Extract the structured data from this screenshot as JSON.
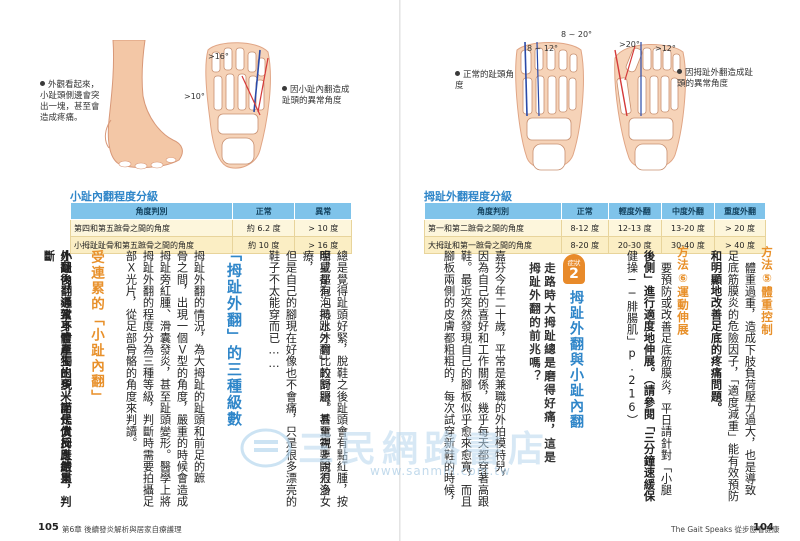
{
  "left_page": {
    "note_outer": "外觀看起來，小趾頭側邊會突出一塊，甚至會造成疼痛。",
    "note_angle": "因小趾內翻造成趾頭的異常角度",
    "angle_labels": [
      ">16°",
      ">10°"
    ],
    "table": {
      "title": "小趾內翻程度分級",
      "headers": [
        "角度判別",
        "正常",
        "異常"
      ],
      "rows": [
        [
          "第四和第五蹠骨之間的角度",
          "約 6.2 度",
          "> 10 度"
        ],
        [
          "小拇趾趾骨和第五蹠骨之間的角度",
          "約 10 度",
          "> 16 度"
        ]
      ]
    },
    "heading_orange": "受連累的「小趾內翻」",
    "heading_blue": "「拇趾外翻」的三種級數",
    "columns": [
      "總是覺得趾頭好緊，脫鞋之後趾頭會有點紅腫，按",
      "摩或是泡泡熱水才會比較舒服。看電視上說很多女",
      "明星都有「拇趾外翻」的問題，甚至需要開刀治療，",
      "但是自己的腳現在好像也不會痛，只是很多漂亮的",
      "鞋子不太能穿而已……",
      "拇趾外翻的情況，為大拇趾的趾頭和前足的蹠",
      "骨之間，出現一個Ｖ型的角度，嚴重的時候會造成",
      "拇趾旁紅腫、滑囊發炎，甚至趾頭變形。醫學上將",
      "拇趾外翻的程度分為三種等級，判斷時需要拍攝足",
      "部Ｘ光片，從足部骨骼的角度來判讀。",
      "小趾內翻通常不會單獨出現，而是大拇趾嚴重",
      "外翻後，導致身體產生的多米諾代償反應結果，判斷"
    ],
    "page_number": "105",
    "footer": "第6章 後續發炎解析與居家自療護理"
  },
  "right_page": {
    "note_normal": "正常的趾頭角度",
    "note_abnormal": "因拇趾外翻造成趾頭的異常角度",
    "angle_labels": [
      "8 ~ 20°",
      "8 ~ 12°",
      ">20°",
      ">12°"
    ],
    "table": {
      "title": "拇趾外翻程度分級",
      "headers": [
        "角度判別",
        "正常",
        "輕度外翻",
        "中度外翻",
        "重度外翻"
      ],
      "rows": [
        [
          "第一和第二蹠骨之間的角度",
          "8-12 度",
          "12-13 度",
          "13-20 度",
          "> 20 度"
        ],
        [
          "大拇趾和第一蹠骨之間的角度",
          "8-20 度",
          "20-30 度",
          "30-40 度",
          "> 40 度"
        ]
      ]
    },
    "method_heading_1": "方法⑤體重控制",
    "method_text_1": [
      "體重過重，造成下肢負荷壓力過大，也是導致",
      "足底筋膜炎的危險因子，「適度減重」能有效預防",
      "和明顯地改善足底的疼痛問題。"
    ],
    "method_heading_2": "方法⑥運動伸展",
    "method_text_2": [
      "要預防或改善足底筋膜炎，平日請針對「小腿",
      "後側」進行適度地伸展。（請參閱「三分鐘速緩保",
      "健操──腓腸肌」p.216）"
    ],
    "badge_label": "症狀",
    "badge_number": "2",
    "symptom_title": "拇趾外翻與小趾內翻",
    "quote": "走路時大拇趾總是磨得好痛，這是拇趾外翻的前兆嗎？",
    "columns": [
      "嘉芬今年二十歲，平常是兼職的外拍模特兒，",
      "因為自己的喜好和工作關係，幾乎每天都穿著高跟",
      "鞋。最近突然發現自己的腳板似乎愈來愈寬，而且",
      "腳板兩側的皮膚都粗粗的，每次試穿新鞋的時候，"
    ],
    "page_number": "104",
    "footer": "The Gait Speaks 從步態看健康"
  },
  "watermark": {
    "text": "三民網路書店",
    "url": "www.sanmin.com.tw"
  }
}
